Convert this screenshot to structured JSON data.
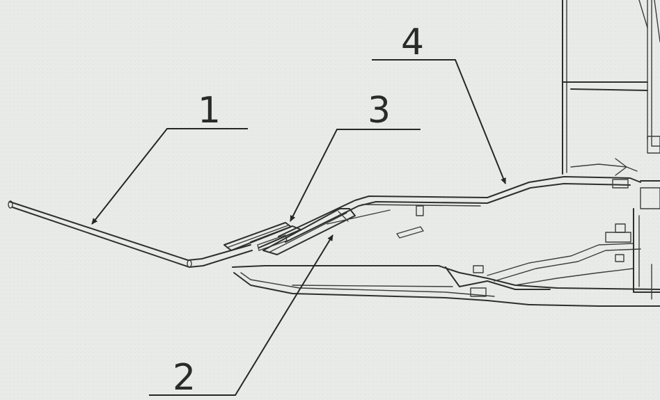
{
  "callouts": {
    "part1": "1",
    "part2": "2",
    "part3": "3",
    "part4": "4"
  },
  "colors": {
    "paper": "#e9ebe8",
    "ink": "#2e2e2e"
  }
}
